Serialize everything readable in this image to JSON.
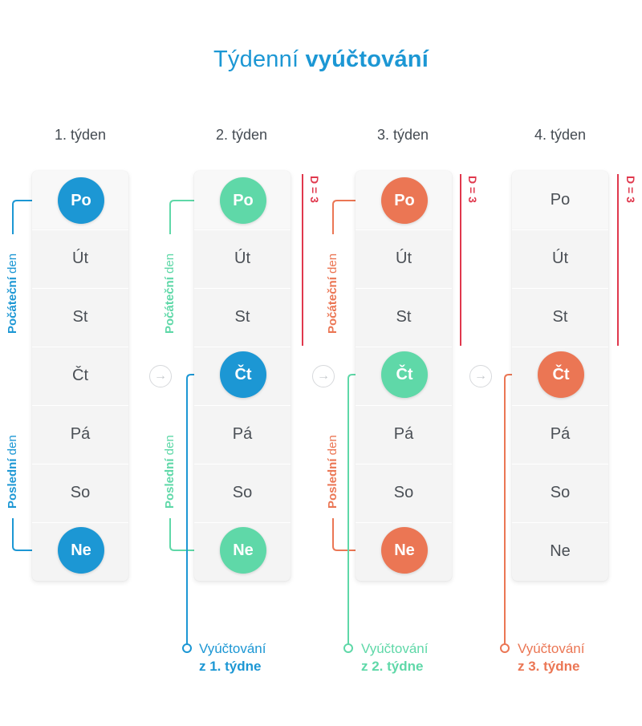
{
  "title": {
    "regular": "Týdenní",
    "bold": "vyúčtování"
  },
  "weeks": [
    {
      "label": "1. týden"
    },
    {
      "label": "2. týden"
    },
    {
      "label": "3. týden"
    },
    {
      "label": "4. týden"
    }
  ],
  "days": [
    "Po",
    "Út",
    "St",
    "Čt",
    "Pá",
    "So",
    "Ne"
  ],
  "labels": {
    "start_bold": "Počáteční",
    "start_rest": "den",
    "end_bold": "Poslední",
    "end_rest": "den",
    "d_marker": "D = 3"
  },
  "results": [
    {
      "line1": "Vyúčtování",
      "line2": "z 1. týdne"
    },
    {
      "line1": "Vyúčtování",
      "line2": "z 2. týdne"
    },
    {
      "line1": "Vyúčtování",
      "line2": "z 3. týdne"
    }
  ],
  "colors": {
    "blue": "#1c97d4",
    "green": "#5fd8a8",
    "orange": "#eb7654",
    "red_marker": "#e0384d",
    "text": "#4a4f55"
  },
  "icons": {
    "next": "arrow-right-circle-icon"
  }
}
